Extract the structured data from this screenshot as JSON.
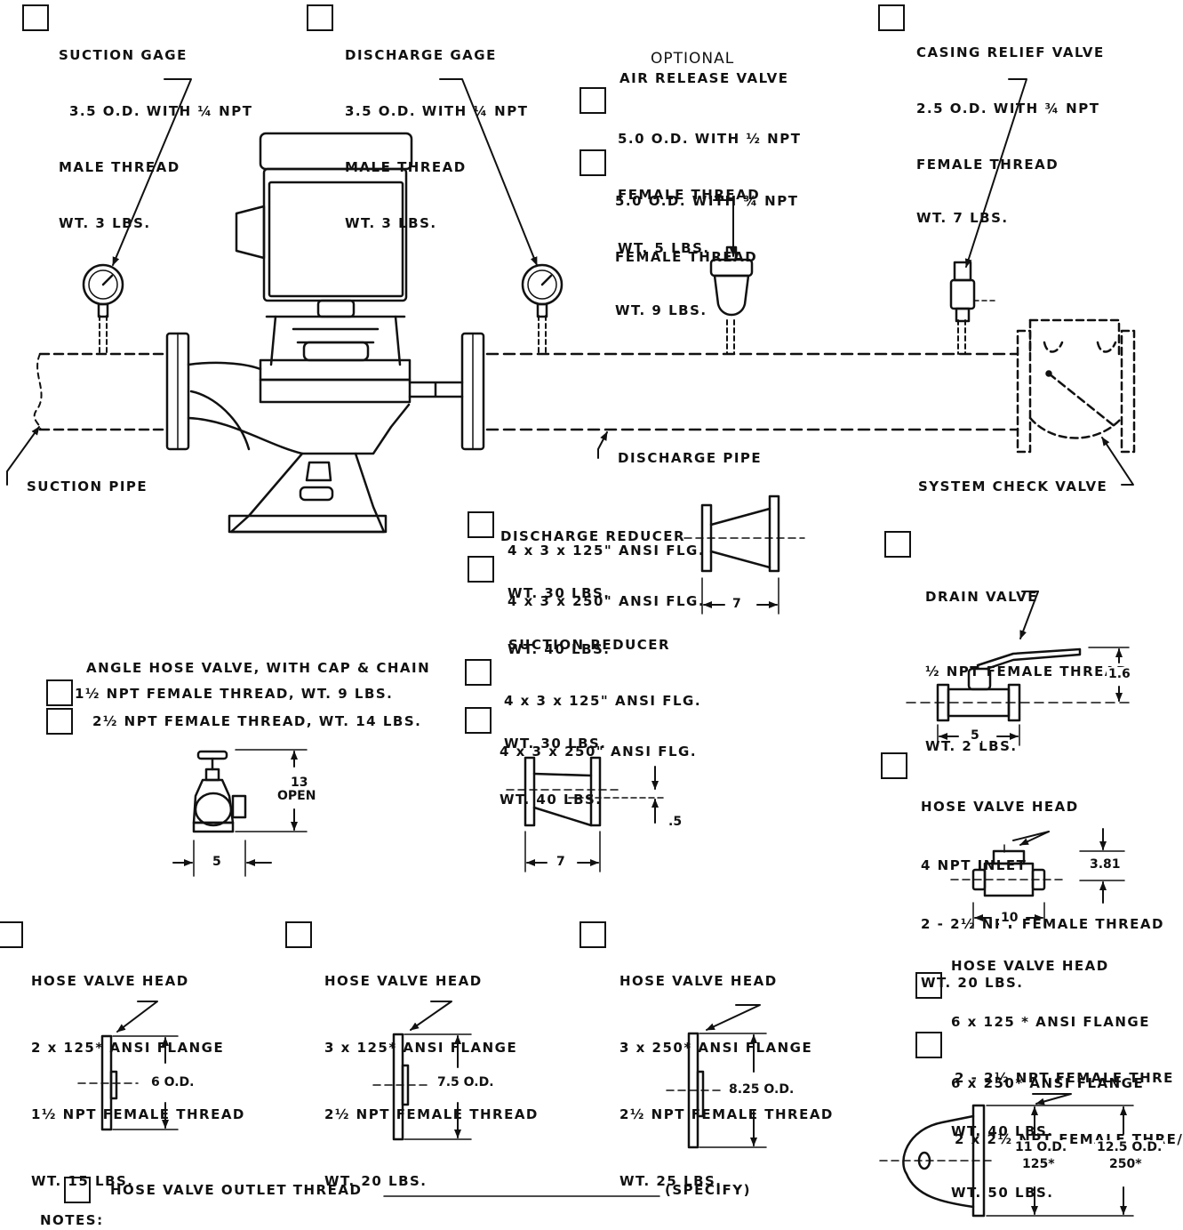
{
  "suction_gage": {
    "title": "SUCTION GAGE",
    "line1": "3.5 O.D. WITH ¼ NPT",
    "line2": "MALE THREAD",
    "line3": "WT. 3 LBS."
  },
  "discharge_gage": {
    "title": "DISCHARGE GAGE",
    "line1": "3.5 O.D. WITH ¼ NPT",
    "line2": "MALE THREAD",
    "line3": "WT. 3 LBS."
  },
  "air_release": {
    "optional": "OPTIONAL",
    "title": "AIR RELEASE VALVE",
    "opt1_line1": "5.0 O.D. WITH ½ NPT",
    "opt1_line2": "FEMALE THREAD",
    "opt1_line3": "WT. 5 LBS.",
    "opt2_line1": "5.0 O.D. WITH ¾ NPT",
    "opt2_line2": "FEMALE THREAD",
    "opt2_line3": "WT. 9 LBS."
  },
  "casing_relief": {
    "title": "CASING RELIEF VALVE",
    "line1": "2.5 O.D. WITH ¾ NPT",
    "line2": "FEMALE THREAD",
    "line3": "WT. 7 LBS."
  },
  "pipes": {
    "suction": "SUCTION PIPE",
    "discharge": "DISCHARGE PIPE",
    "check_valve": "SYSTEM CHECK VALVE"
  },
  "discharge_reducer": {
    "title": "DISCHARGE REDUCER",
    "opt1_line1": "4 x 3 x 125\" ANSI FLG.",
    "opt1_line2": "WT. 30 LBS.",
    "opt2_line1": "4 x 3 x 250\" ANSI FLG.",
    "opt2_line2": "WT. 40 LBS.",
    "dim_length": "7"
  },
  "suction_reducer": {
    "title": "SUCTION REDUCER",
    "opt1_line1": "4 x 3 x 125\" ANSI FLG.",
    "opt1_line2": "WT. 30 LBS.",
    "opt2_line1": "4 x 3 x 250\" ANSI FLG.",
    "opt2_line2": "WT. 40 LBS.",
    "dim_length": "7",
    "dim_offset": ".5"
  },
  "drain_valve": {
    "title": "DRAIN VALVE",
    "line1": "½ NPT FEMALE THREAD",
    "line2": "WT. 2 LBS.",
    "dim_height": "1.6",
    "dim_length": "5"
  },
  "angle_hose_valve": {
    "title": "ANGLE HOSE VALVE, WITH CAP & CHAIN",
    "opt1": "1½ NPT FEMALE THREAD, WT. 9 LBS.",
    "opt2": "2½ NPT FEMALE THREAD, WT. 14 LBS.",
    "dim_height": "13",
    "dim_height_note": "OPEN",
    "dim_width": "5"
  },
  "hose_head_4npt": {
    "title": "HOSE VALVE HEAD",
    "line1": "4 NPT INLET",
    "line2": "2 - 2½ NPT FEMALE THREAD",
    "line3": "WT. 20 LBS.",
    "dim_height": "3.81",
    "dim_length": "10"
  },
  "hose_head_2x125": {
    "title": "HOSE VALVE HEAD",
    "line1": "2 x 125* ANSI FLANGE",
    "line2": "1½ NPT FEMALE THREAD",
    "line3": "WT. 15 LBS.",
    "dim_od": "6 O.D."
  },
  "hose_head_3x125": {
    "title": "HOSE VALVE HEAD",
    "line1": "3 x 125* ANSI FLANGE",
    "line2": "2½ NPT FEMALE THREAD",
    "line3": "WT. 20 LBS.",
    "dim_od": "7.5 O.D."
  },
  "hose_head_3x250": {
    "title": "HOSE VALVE HEAD",
    "line1": "3 x 250* ANSI FLANGE",
    "line2": "2½ NPT FEMALE THREAD",
    "line3": "WT. 25 LBS.",
    "dim_od": "8.25 O.D."
  },
  "hose_head_6": {
    "title": "HOSE VALVE HEAD",
    "opt1_line1": "6 x 125 * ANSI FLANGE",
    "opt1_line2": "2 - 2½ NPT FEMALE THRE",
    "opt1_line3": "WT. 40 LBS.",
    "opt2_line1": "6 x 250* ANSI FLANGE",
    "opt2_line2": "2 x 2½ NPT FEMALE THRE/",
    "opt2_line3": "WT. 50 LBS.",
    "dim_a": "11 O.D.",
    "dim_a_rating": "125*",
    "dim_b": "12.5 O.D.",
    "dim_b_rating": "250*"
  },
  "outlet": {
    "label": "HOSE VALVE OUTLET THREAD",
    "blank": "",
    "suffix": "(SPECIFY)"
  },
  "notes": {
    "label": "NOTES:"
  }
}
